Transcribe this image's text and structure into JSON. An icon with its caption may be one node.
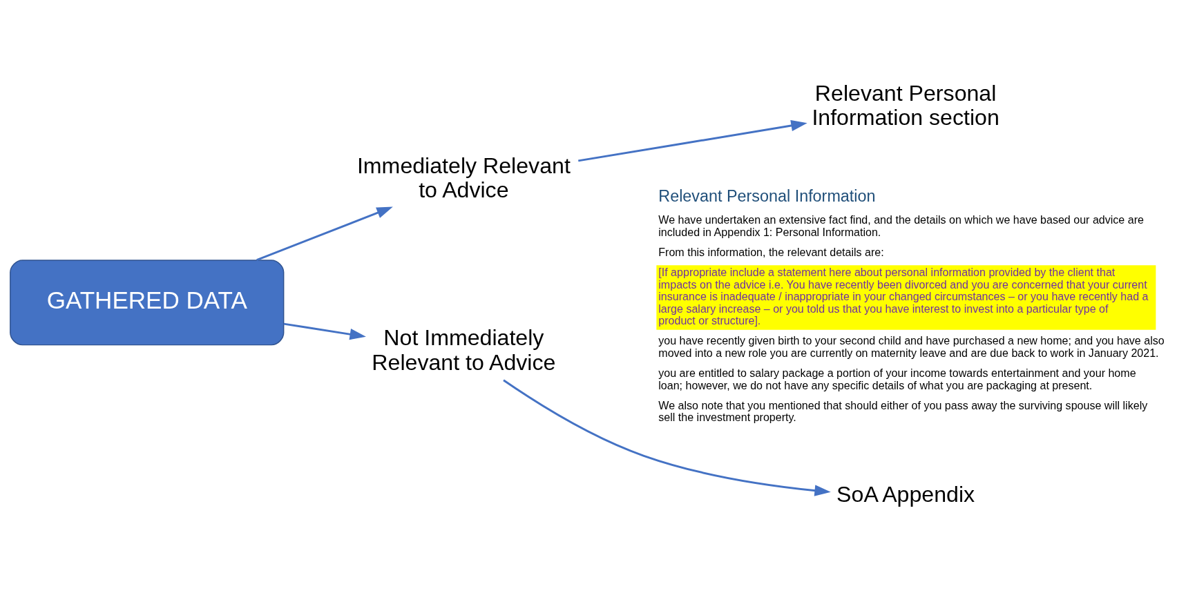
{
  "diagram": {
    "nodes": [
      {
        "text": [
          "GATHERED DATA"
        ]
      },
      {
        "text": [
          "Immediately Relevant to Advice"
        ]
      },
      {
        "text": [
          "Relevant Personal Information section"
        ]
      },
      {
        "text": [
          "Not Immediately Relevant to Advice"
        ]
      },
      {
        "text": [
          "SoA Appendix"
        ]
      }
    ],
    "edges": [
      {
        "from": 0,
        "to": 1,
        "arrow": "to"
      },
      {
        "from": 1,
        "to": 2,
        "arrow": "to"
      },
      {
        "from": 0,
        "to": 3,
        "arrow": "to"
      },
      {
        "from": 3,
        "to": 4,
        "arrow": "to"
      }
    ],
    "labels": [
      "Relevant Personal Information",
      "We have undertaken an extensive fact find, and the details on which we have based our advice are included in Appendix 1: Personal Information.",
      "From this information, the relevant details are:",
      "[If appropriate include a statement here about personal information provided by the client that impacts on the advice i.e. You have recently been divorced and you are concerned that your current insurance is inadequate / inappropriate in your changed circumstances – or you have recently had a large salary increase – or you told us that you have interest to invest into a particular type of product or structure].",
      "you have recently given birth to your second child and have purchased a new home; and you have also moved into a new role you are currently on maternity leave and are due back to work in January 2021.",
      "you are entitled to salary package a portion of your income towards entertainment and your home loan; however, we do not have any specific details of what you are packaging at present.",
      "We also note that you mentioned that should either of you pass away the surviving spouse will likely sell the investment property."
    ]
  }
}
